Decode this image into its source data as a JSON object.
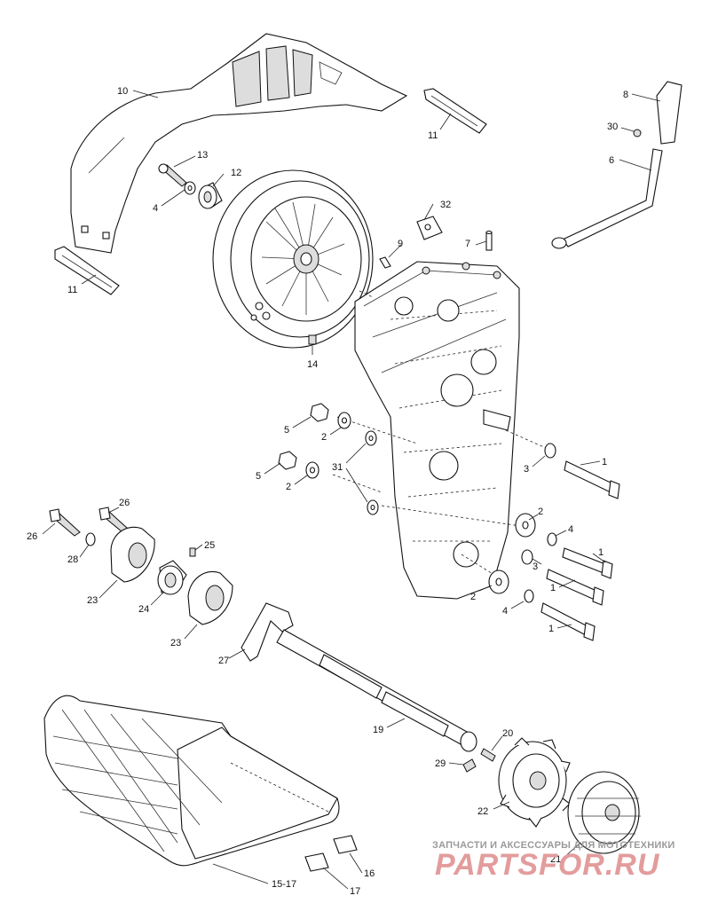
{
  "labels": {
    "l10": "10",
    "l11a": "11",
    "l11b": "11",
    "l13": "13",
    "l12": "12",
    "l4a": "4",
    "l32": "32",
    "l9": "9",
    "l7": "7",
    "l14": "14",
    "l8": "8",
    "l30": "30",
    "l6": "6",
    "l5a": "5",
    "l2a": "2",
    "l31": "31",
    "l5b": "5",
    "l2b": "2",
    "l3a": "3",
    "l1a": "1",
    "l26a": "26",
    "l26b": "26",
    "l28": "28",
    "l25": "25",
    "l23a": "23",
    "l24": "24",
    "l23b": "23",
    "l2c": "2",
    "l4b": "4",
    "l3b": "3",
    "l1b": "1",
    "l1c": "1",
    "l2d": "2",
    "l4c": "4",
    "l1d": "1",
    "l27": "27",
    "l19": "19",
    "l20": "20",
    "l29": "29",
    "l22": "22",
    "l21": "21",
    "l16": "16",
    "l1517": "15-17",
    "l17": "17"
  },
  "watermark": {
    "caption": "ЗАПЧАСТИ И АКСЕССУАРЫ ДЛЯ МОТОТЕХНИКИ",
    "brand": "PARTSFOR.RU"
  },
  "colors": {
    "line": "#111111",
    "watermark_brand": "#e39c9c",
    "watermark_caption": "#9a9a9a"
  }
}
